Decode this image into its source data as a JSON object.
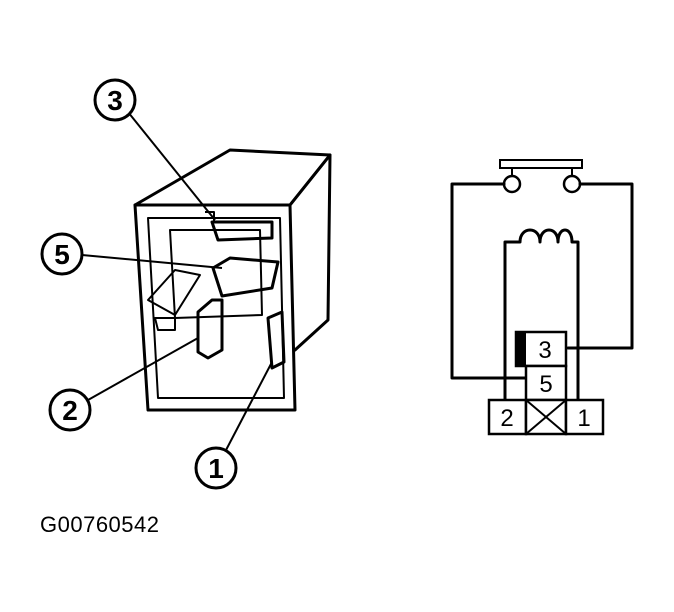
{
  "figure_id": "G00760542",
  "relay_callouts": [
    {
      "label": "3"
    },
    {
      "label": "5"
    },
    {
      "label": "2"
    },
    {
      "label": "1"
    }
  ],
  "schematic_pins": [
    {
      "label": "3"
    },
    {
      "label": "5"
    },
    {
      "label": "2"
    },
    {
      "label": "1"
    }
  ]
}
